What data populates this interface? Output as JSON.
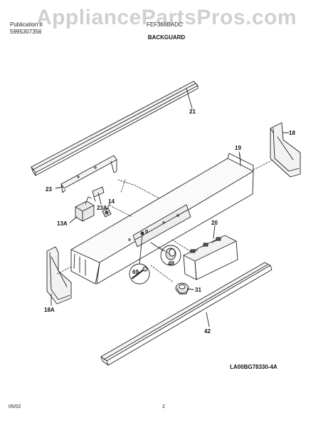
{
  "watermark": "AppliancePartsPros.com",
  "header": {
    "publication_label": "Publication #",
    "publication_number": "5995307356",
    "model": "FEF366BADC",
    "section_title": "BACKGUARD"
  },
  "callouts": {
    "p21": "21",
    "p18": "18",
    "p19": "19",
    "p23": "23",
    "p23a": "23A",
    "p14": "14",
    "p13a": "13A",
    "p20": "20",
    "p48": "48",
    "p69": "69",
    "p31": "31",
    "p18a": "18A",
    "p42": "42"
  },
  "diagram_ref": "LA00BG78330-4A",
  "footer": {
    "date": "05/02",
    "page_number": "2"
  },
  "colors": {
    "line": "#222222",
    "watermark": "#969696"
  }
}
